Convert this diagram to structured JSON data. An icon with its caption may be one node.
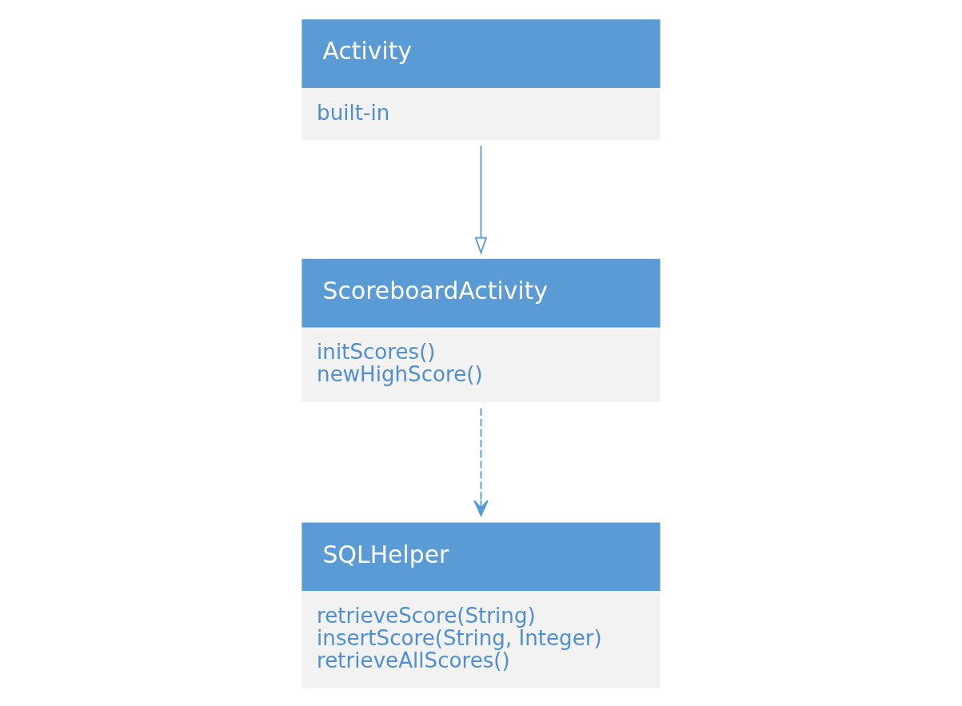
{
  "diagram": {
    "nodes": [
      {
        "text": [
          "Activity",
          "built-in"
        ]
      },
      {
        "text": [
          "ScoreboardActivity",
          "initScores()",
          "newHighScore()"
        ]
      },
      {
        "text": [
          "SQLHelper",
          "retrieveScore(String)",
          "insertScore(String, Integer)",
          "retrieveAllScores()"
        ]
      }
    ],
    "edges": [
      {
        "from": 0,
        "to": 1,
        "arrow": "to"
      },
      {
        "from": 1,
        "to": 2,
        "arrow": "to",
        "style": "dashed"
      }
    ]
  }
}
